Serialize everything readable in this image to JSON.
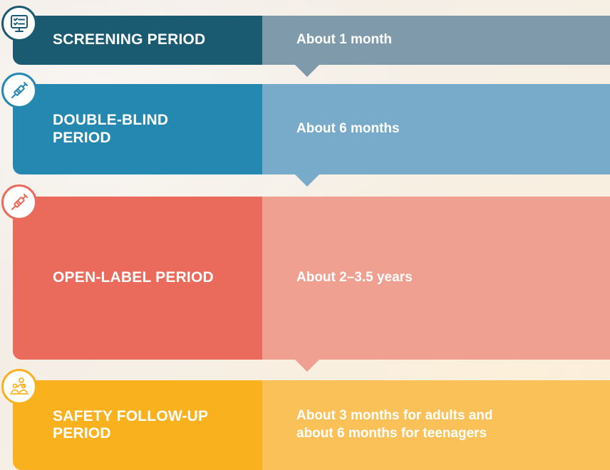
{
  "stages": [
    {
      "id": "screening",
      "title": "SCREENING PERIOD",
      "duration": "About 1 month",
      "icon": "checklist-monitor-icon",
      "colors": {
        "left": "#1b5b72",
        "right": "#7f9aab",
        "badge_border": "#1b5b72"
      }
    },
    {
      "id": "double-blind",
      "title": "DOUBLE-BLIND\nPERIOD",
      "duration": "About 6 months",
      "icon": "syringe-icon",
      "colors": {
        "left": "#2488b0",
        "right": "#78aaca",
        "badge_border": "#2488b0"
      }
    },
    {
      "id": "open-label",
      "title": "OPEN-LABEL PERIOD",
      "duration": "About 2–3.5 years",
      "icon": "syringe-icon",
      "colors": {
        "left": "#ea6a5b",
        "right": "#f0a090",
        "badge_border": "#ea6a5b"
      }
    },
    {
      "id": "safety-follow-up",
      "title": "SAFETY FOLLOW-UP\nPERIOD",
      "duration": "About 3 months for adults and\nabout 6 months for teenagers",
      "icon": "consultation-icon",
      "colors": {
        "left": "#f9b11e",
        "right": "#fbc159",
        "badge_border": "#f9b11e"
      }
    }
  ]
}
